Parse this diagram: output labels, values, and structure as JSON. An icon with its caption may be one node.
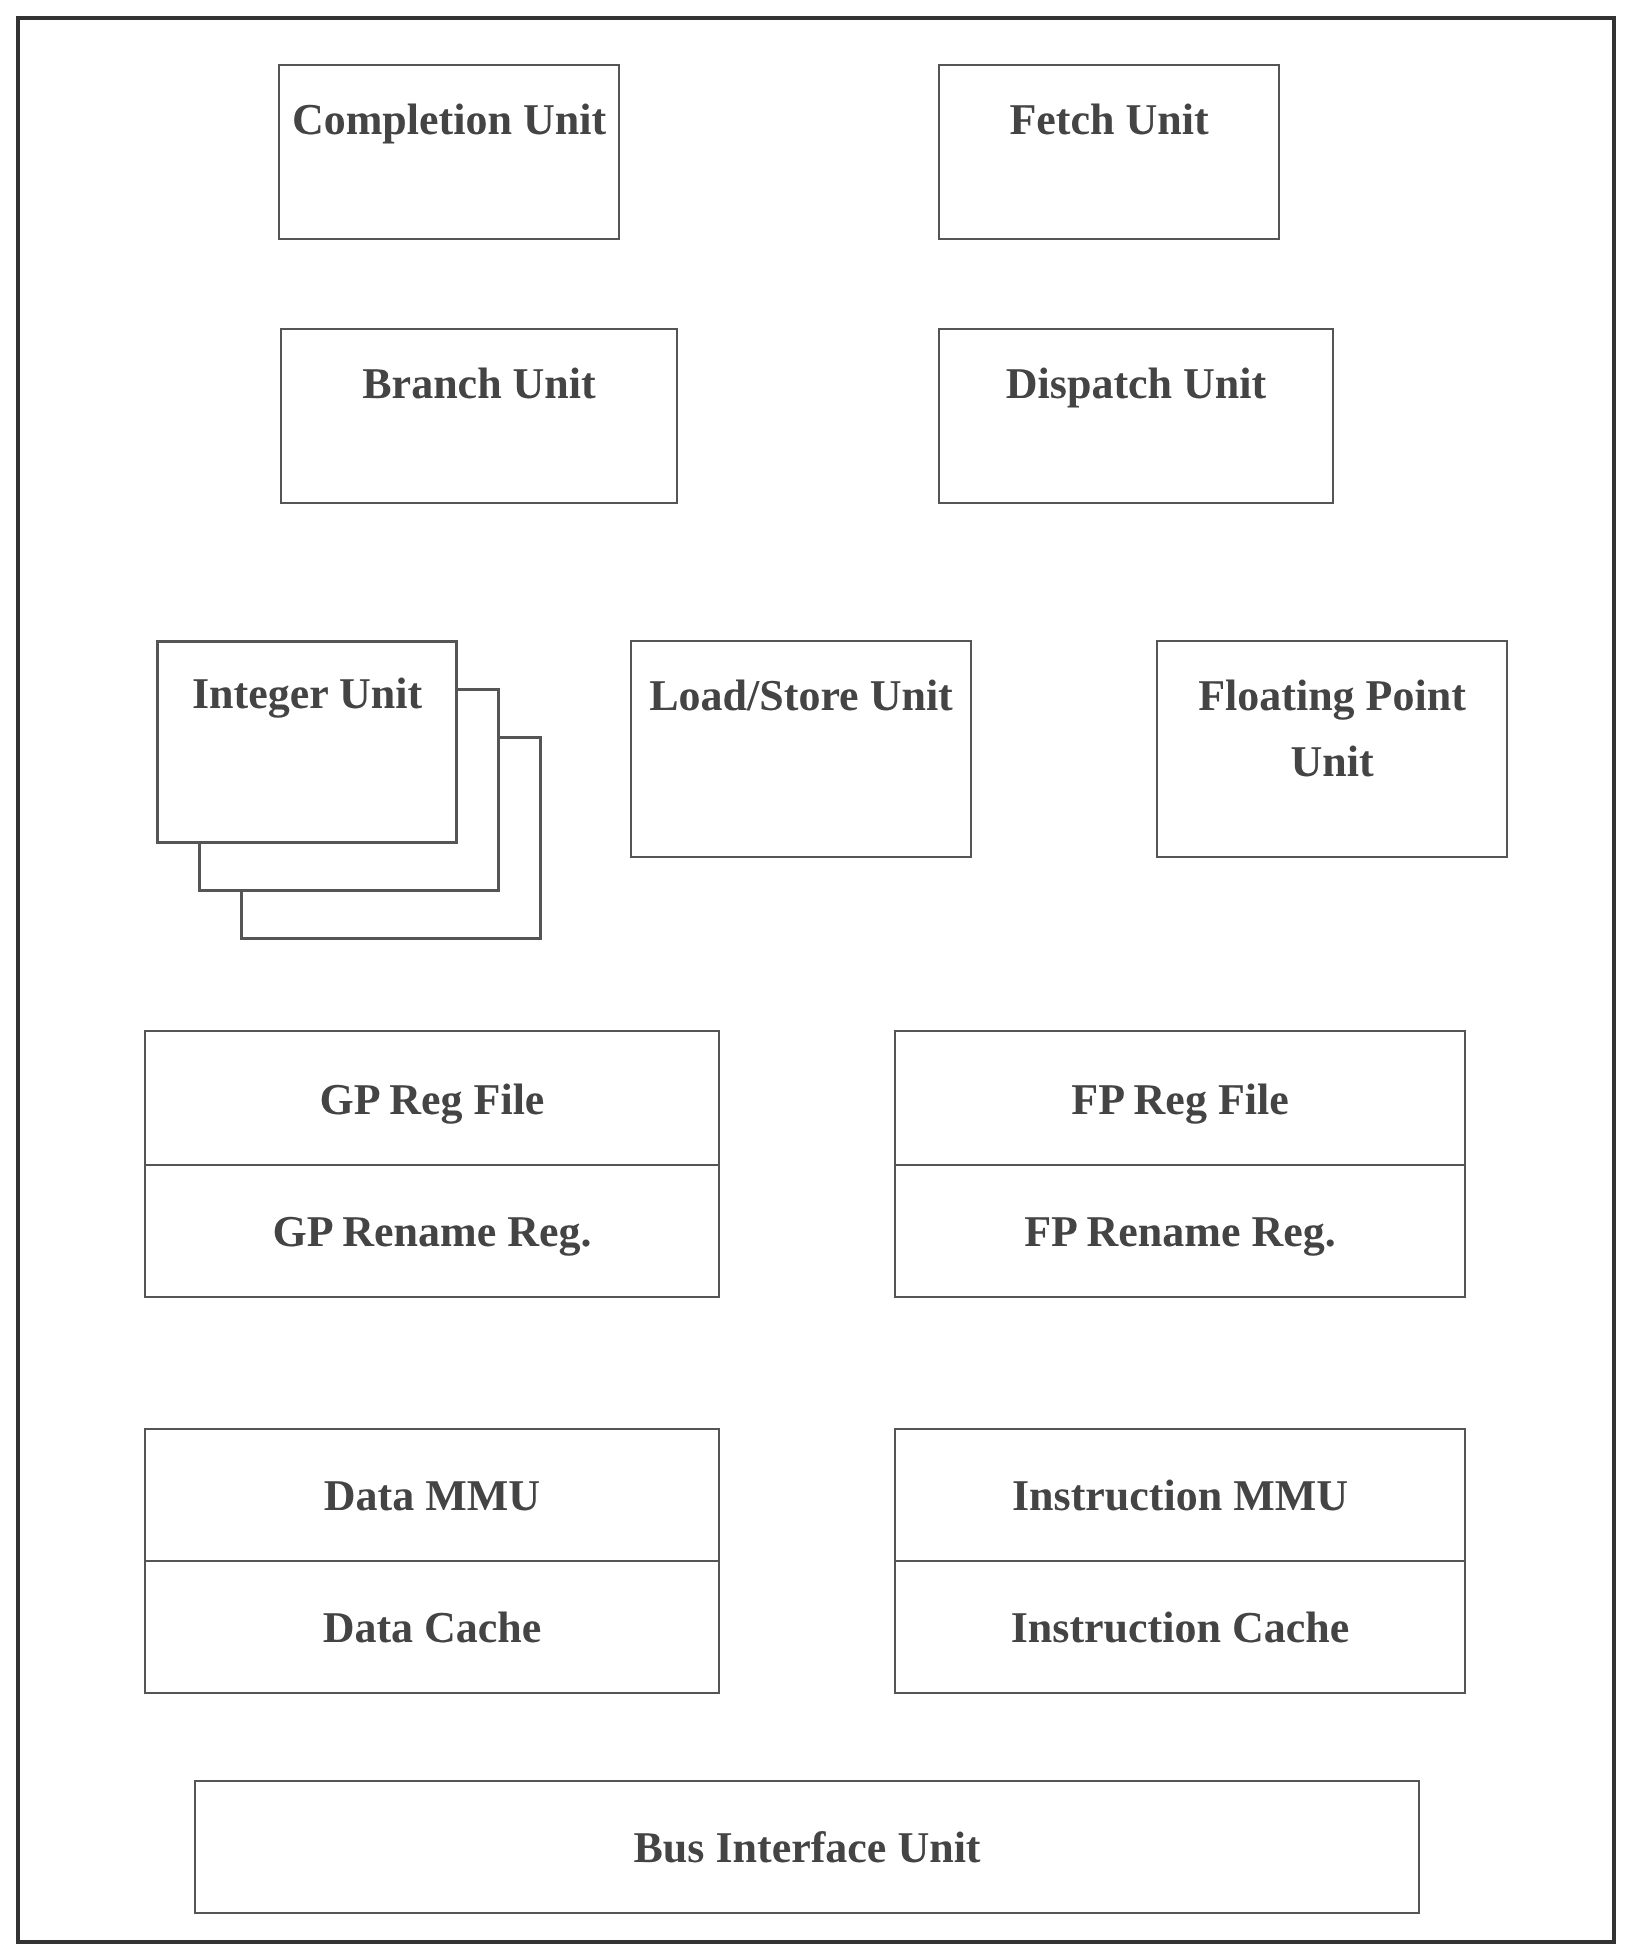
{
  "diagram": {
    "nodes": [
      {
        "text": [],
        "shape": "box"
      },
      {
        "text": [
          "Completion Unit"
        ],
        "in": 0
      },
      {
        "text": [
          "Fetch Unit"
        ],
        "in": 0
      },
      {
        "text": [
          "Branch Unit"
        ],
        "in": 0
      },
      {
        "text": [
          "Dispatch Unit"
        ],
        "in": 0
      },
      {
        "text": [
          "Integer Unit"
        ],
        "in": 0
      },
      {
        "text": [
          "Load/Store Unit"
        ],
        "in": 0
      },
      {
        "text": [
          "Floating Point Unit"
        ],
        "in": 0
      },
      {
        "text": [
          "GP Reg File"
        ],
        "in": 0
      },
      {
        "text": [
          "GP Rename Reg."
        ],
        "in": 0
      },
      {
        "text": [
          "FP Reg File"
        ],
        "in": 0
      },
      {
        "text": [
          "FP Rename Reg."
        ],
        "in": 0
      },
      {
        "text": [
          "Data MMU"
        ],
        "in": 0
      },
      {
        "text": [
          "Data Cache"
        ],
        "in": 0
      },
      {
        "text": [
          "Instruction MMU"
        ],
        "in": 0
      },
      {
        "text": [
          "Instruction Cache"
        ],
        "in": 0
      },
      {
        "text": [
          "Bus Interface Unit"
        ],
        "in": 0
      }
    ]
  }
}
